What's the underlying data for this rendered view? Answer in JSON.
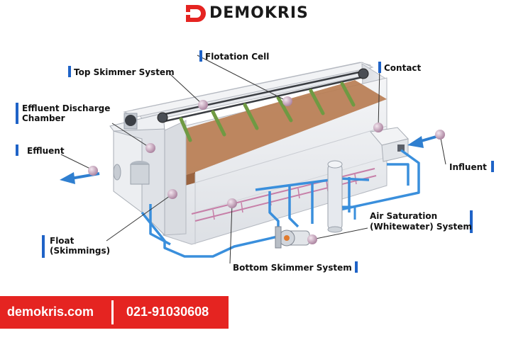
{
  "brand": {
    "name": "DEMOKRIS",
    "color": "#e52421",
    "icon": "demokris-logo-mark"
  },
  "labels": {
    "flotation_cell": "Flotation Cell",
    "top_skimmer": "Top Skimmer System",
    "contact": "Contact",
    "effluent_discharge_1": "Effluent Discharge",
    "effluent_discharge_2": "Chamber",
    "effluent": "Effluent",
    "influent": "Influent",
    "air_saturation_1": "Air Saturation",
    "air_saturation_2": "(Whitewater) System",
    "float_1": "Float",
    "float_2": "(Skimmings)",
    "bottom_skimmer": "Bottom Skimmer System"
  },
  "footer": {
    "website": "demokris.com",
    "phone": "021-91030608"
  },
  "colors": {
    "label_bar": "#1f63c7",
    "pipe": "#3a8fdc",
    "sludge": "#b87d52",
    "marker": "#c9a6bf"
  }
}
